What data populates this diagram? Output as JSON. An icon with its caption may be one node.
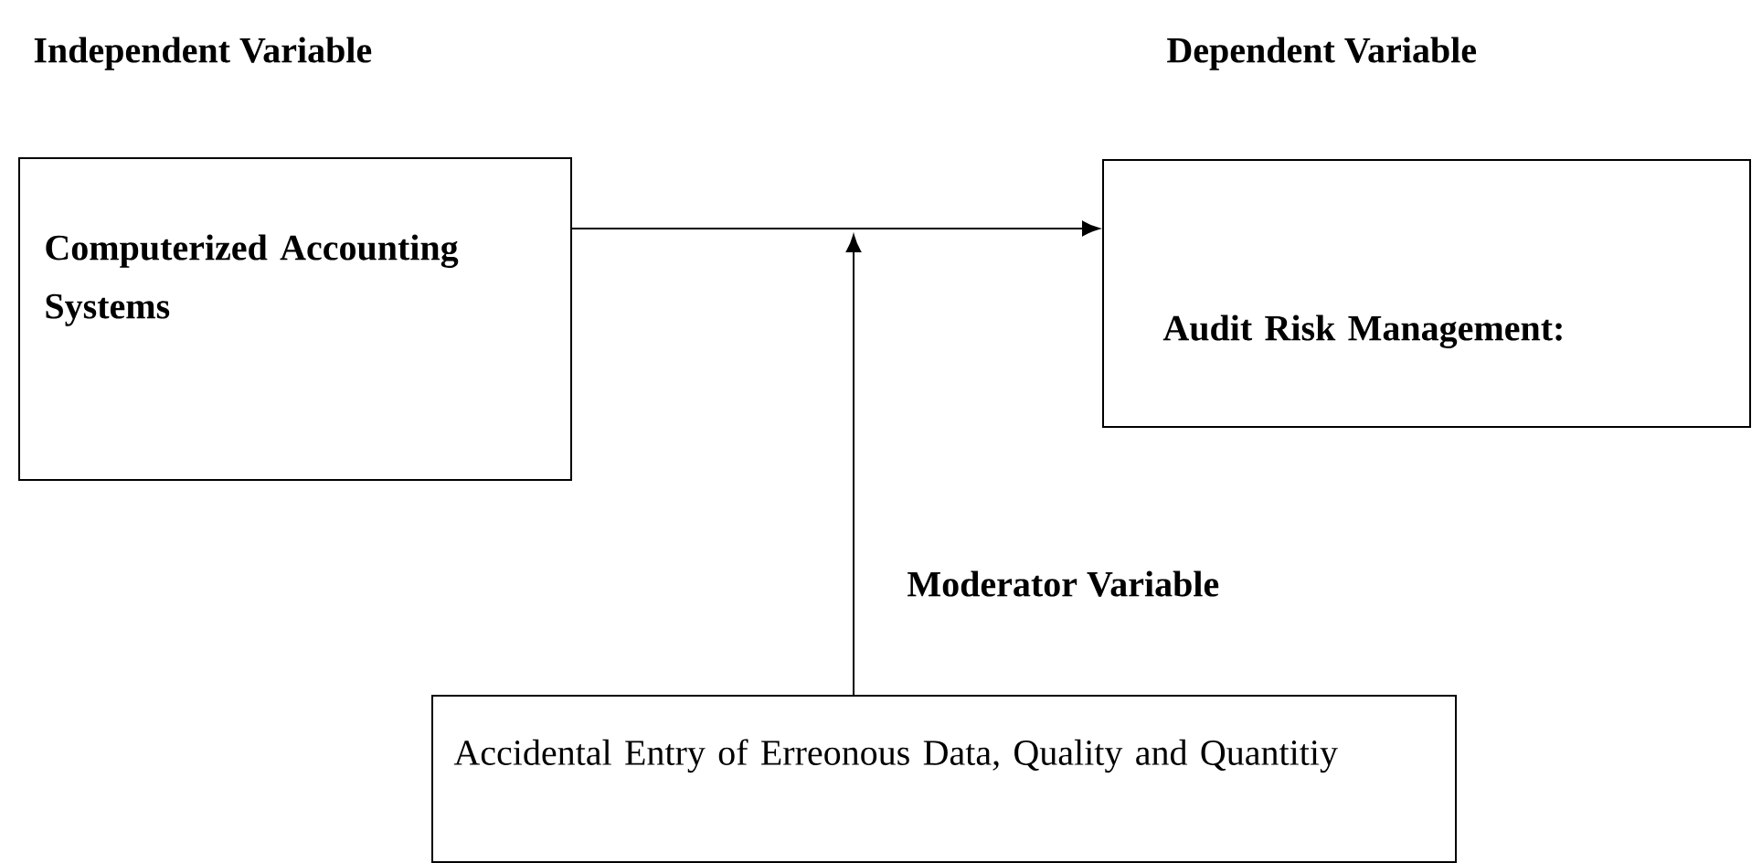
{
  "diagram": {
    "nodes": [
      {
        "text": [
          "Independent Variable",
          "Computerized Accounting Systems"
        ]
      },
      {
        "text": [
          "Dependent Variable",
          "Audit Risk Management:"
        ]
      },
      {
        "text": [
          "Moderator Variable",
          "Accidental Entry of Erreonous Data, Quality and Quantitiy"
        ]
      }
    ],
    "edges": [
      {
        "from": 0,
        "to": 1,
        "arrow": "to"
      },
      {
        "from": 2,
        "to": null,
        "arrow": "to"
      }
    ]
  }
}
